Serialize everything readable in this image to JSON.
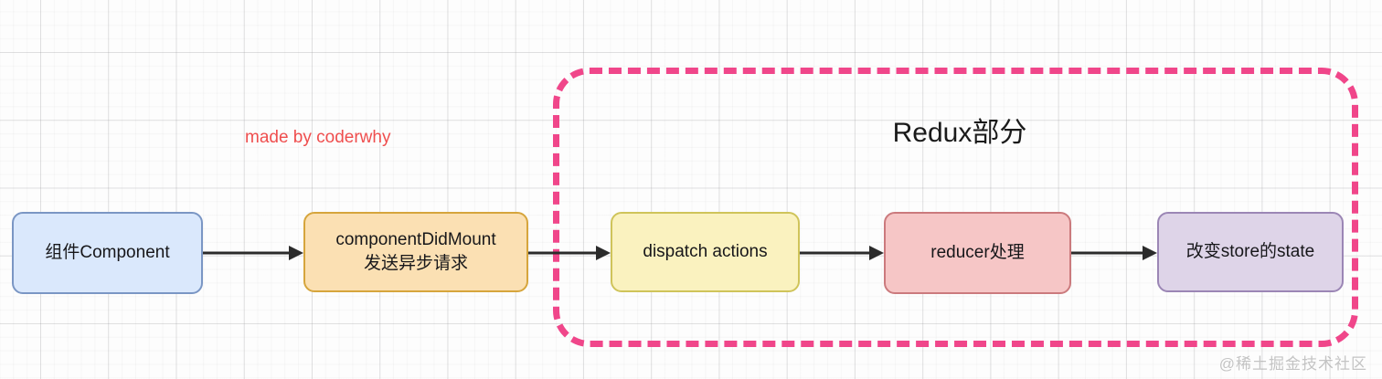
{
  "diagram": {
    "title_annotation": "made by coderwhy",
    "watermark": "@稀土掘金技术社区",
    "region": {
      "label": "Redux部分",
      "border_color": "#f0468a",
      "border_style": "dashed"
    },
    "nodes": [
      {
        "id": "component",
        "lines": [
          "组件Component"
        ],
        "fill": "#dae8fc",
        "stroke": "#7a96c4"
      },
      {
        "id": "component-did-mount",
        "lines": [
          "componentDidMount",
          "发送异步请求"
        ],
        "fill": "#fbe0b3",
        "stroke": "#d6a53c"
      },
      {
        "id": "dispatch-actions",
        "lines": [
          "dispatch actions"
        ],
        "fill": "#faf2bf",
        "stroke": "#cfc45a"
      },
      {
        "id": "reducer",
        "lines": [
          "reducer处理"
        ],
        "fill": "#f6c6c6",
        "stroke": "#cb7a7d"
      },
      {
        "id": "store-state",
        "lines": [
          "改变store的state"
        ],
        "fill": "#ded4e8",
        "stroke": "#9b86b5"
      }
    ],
    "arrows": [
      {
        "from": "component",
        "to": "component-did-mount"
      },
      {
        "from": "component-did-mount",
        "to": "dispatch-actions"
      },
      {
        "from": "dispatch-actions",
        "to": "reducer"
      },
      {
        "from": "reducer",
        "to": "store-state"
      }
    ],
    "arrow_color": "#2b2b2b"
  }
}
